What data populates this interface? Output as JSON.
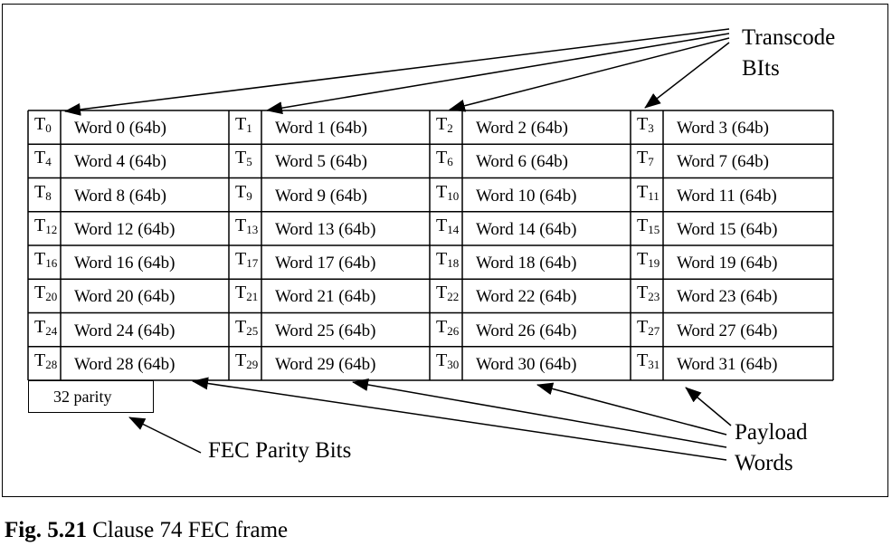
{
  "frame": {
    "rows": [
      [
        {
          "t": "0",
          "w": "Word 0 (64b)"
        },
        {
          "t": "1",
          "w": "Word 1 (64b)"
        },
        {
          "t": "2",
          "w": "Word 2 (64b)"
        },
        {
          "t": "3",
          "w": "Word 3 (64b)"
        }
      ],
      [
        {
          "t": "4",
          "w": "Word 4 (64b)"
        },
        {
          "t": "5",
          "w": "Word 5 (64b)"
        },
        {
          "t": "6",
          "w": "Word 6 (64b)"
        },
        {
          "t": "7",
          "w": "Word 7 (64b)"
        }
      ],
      [
        {
          "t": "8",
          "w": "Word 8 (64b)"
        },
        {
          "t": "9",
          "w": "Word 9 (64b)"
        },
        {
          "t": "10",
          "w": "Word 10 (64b)"
        },
        {
          "t": "11",
          "w": "Word 11 (64b)"
        }
      ],
      [
        {
          "t": "12",
          "w": "Word 12 (64b)"
        },
        {
          "t": "13",
          "w": "Word 13 (64b)"
        },
        {
          "t": "14",
          "w": "Word 14 (64b)"
        },
        {
          "t": "15",
          "w": "Word 15 (64b)"
        }
      ],
      [
        {
          "t": "16",
          "w": "Word 16 (64b)"
        },
        {
          "t": "17",
          "w": "Word 17 (64b)"
        },
        {
          "t": "18",
          "w": "Word 18 (64b)"
        },
        {
          "t": "19",
          "w": "Word 19 (64b)"
        }
      ],
      [
        {
          "t": "20",
          "w": "Word 20 (64b)"
        },
        {
          "t": "21",
          "w": "Word 21 (64b)"
        },
        {
          "t": "22",
          "w": "Word 22 (64b)"
        },
        {
          "t": "23",
          "w": "Word 23 (64b)"
        }
      ],
      [
        {
          "t": "24",
          "w": "Word 24 (64b)"
        },
        {
          "t": "25",
          "w": "Word 25 (64b)"
        },
        {
          "t": "26",
          "w": "Word 26 (64b)"
        },
        {
          "t": "27",
          "w": "Word 27 (64b)"
        }
      ],
      [
        {
          "t": "28",
          "w": "Word 28 (64b)"
        },
        {
          "t": "29",
          "w": "Word 29 (64b)"
        },
        {
          "t": "30",
          "w": "Word 30 (64b)"
        },
        {
          "t": "31",
          "w": "Word 31 (64b)"
        }
      ]
    ],
    "t_prefix": "T",
    "parity_label": "32 parity"
  },
  "labels": {
    "transcode_line1": "Transcode",
    "transcode_line2": "BIts",
    "payload_line1": "Payload",
    "payload_line2": "Words",
    "fec_parity": "FEC Parity Bits"
  },
  "caption": {
    "fig": "Fig. 5.21",
    "text": "Clause 74 FEC frame"
  }
}
